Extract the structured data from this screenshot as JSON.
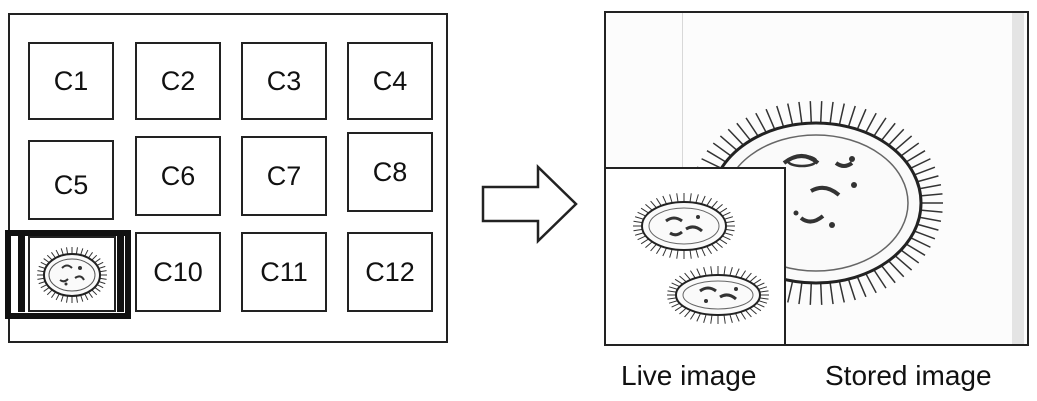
{
  "grid": {
    "cells": [
      "C1",
      "C2",
      "C3",
      "C4",
      "C5",
      "C6",
      "C7",
      "C8",
      "",
      "C10",
      "C11",
      "C12"
    ]
  },
  "captions": {
    "live": "Live image",
    "stored": "Stored image"
  },
  "icons": {
    "transfer": "right-arrow-icon",
    "specimen": "microbe-icon"
  },
  "colors": {
    "stroke": "#222222",
    "background": "#ffffff"
  }
}
